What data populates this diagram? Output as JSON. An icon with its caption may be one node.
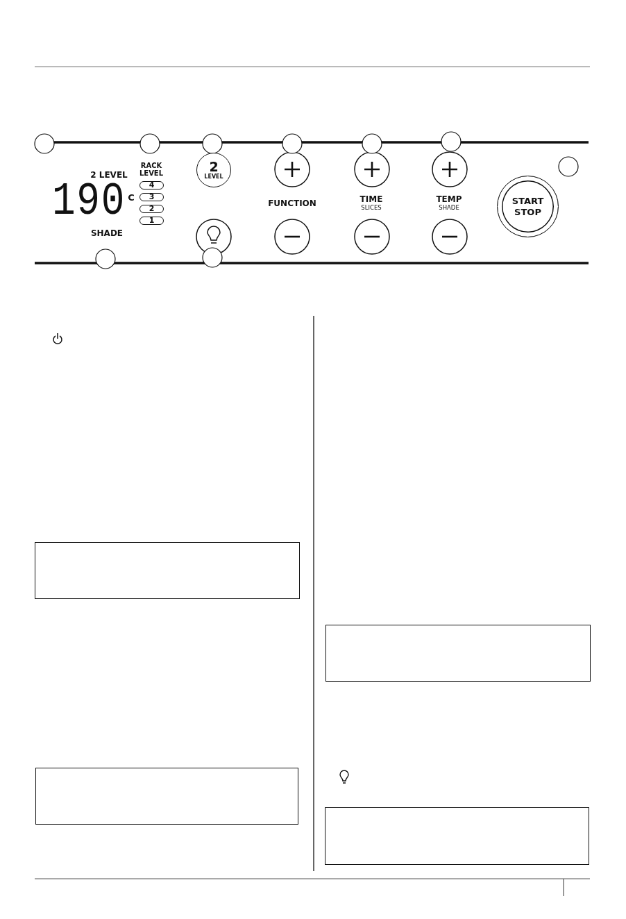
{
  "diagram": {
    "nodes": [
      {
        "text": [
          "4"
        ]
      },
      {
        "text": [
          "3"
        ]
      },
      {
        "text": [
          "2"
        ]
      },
      {
        "text": [
          "1"
        ]
      },
      {
        "text": [
          "2",
          "LEVEL"
        ]
      },
      {
        "text": [
          "START STOP"
        ]
      },
      {
        "text": [],
        "shape": "box"
      },
      {
        "text": [],
        "shape": "box"
      },
      {
        "text": [],
        "shape": "box"
      },
      {
        "text": [],
        "shape": "box"
      }
    ],
    "labels": [
      "2 LEVEL",
      "190",
      "C",
      "SHADE",
      "RACK LEVEL",
      "FUNCTION",
      "TIME",
      "SLICES",
      "TEMP",
      "SHADE"
    ]
  }
}
